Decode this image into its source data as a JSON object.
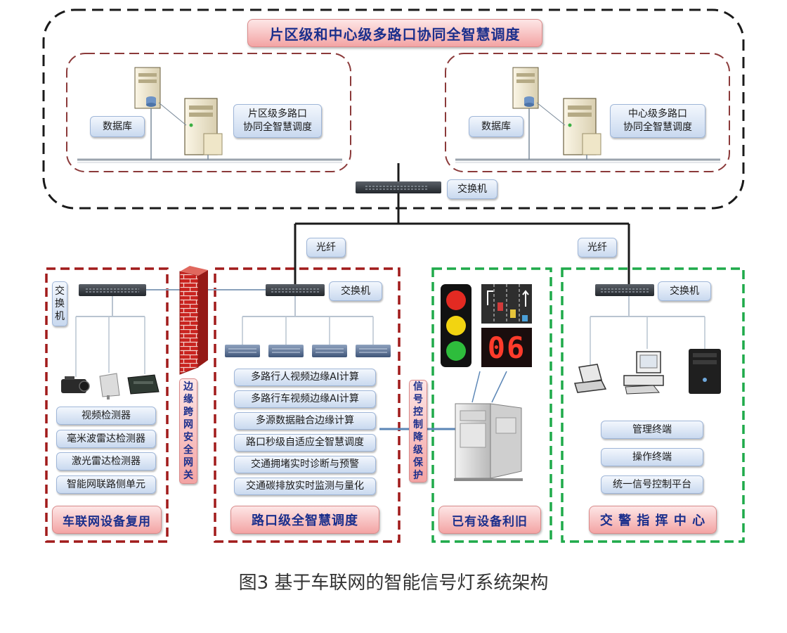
{
  "title": "片区级和中心级多路口协同全智慧调度",
  "colors": {
    "outer_border": "#1a1a1a",
    "inner_border": "#8b3a3a",
    "zone_red": "#a11b1b",
    "zone_green": "#1faa4a",
    "title_text": "#1b2f8c"
  },
  "district": {
    "db_label": "数据库",
    "server_label": "片区级多路口\n协同全智慧调度"
  },
  "center": {
    "db_label": "数据库",
    "server_label": "中心级多路口\n协同全智慧调度"
  },
  "core_switch_label": "交换机",
  "fiber_left": "光纤",
  "fiber_right": "光纤",
  "iov": {
    "switch_label": "交换机",
    "devices": [
      "视频检测器",
      "毫米波雷达检测器",
      "激光雷达检测器",
      "智能网联路侧单元"
    ],
    "zone_title": "车联网设备复用",
    "icons": [
      "camera-icon",
      "radar-icon",
      "lidar-icon"
    ]
  },
  "firewall_label": "边缘跨网安全网关",
  "intersection": {
    "switch_label": "交换机",
    "functions": [
      "多路行人视频边缘AI计算",
      "多路行车视频边缘AI计算",
      "多源数据融合边缘计算",
      "路口秒级自适应全智慧调度",
      "交通拥堵实时诊断与预警",
      "交通碳排放实时监测与量化"
    ],
    "zone_title": "路口级全智慧调度"
  },
  "signal_protect_label": "信号控制降级保护",
  "existing": {
    "countdown": "06",
    "zone_title": "已有设备利旧"
  },
  "command": {
    "switch_label": "交换机",
    "terminals": [
      "管理终端",
      "操作终端",
      "统一信号控制平台"
    ],
    "zone_title": "交 警 指 挥 中 心"
  },
  "caption": "图3  基于车联网的智能信号灯系统架构"
}
